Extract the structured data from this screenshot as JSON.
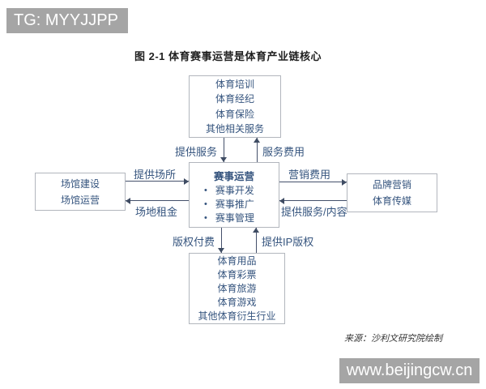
{
  "watermarks": {
    "top": "TG: MYYJJPP",
    "bottom": "www.beijingcw.cn"
  },
  "figure": {
    "title": "图 2-1 体育赛事运营是体育产业链核心",
    "source": "来源：沙利文研究院绘制"
  },
  "diagram": {
    "top_box": {
      "items": [
        "体育培训",
        "体育经纪",
        "体育保险",
        "其他相关服务"
      ]
    },
    "center_box": {
      "title": "赛事运营",
      "bullets": [
        "赛事开发",
        "赛事推广",
        "赛事管理"
      ]
    },
    "left_box": {
      "items": [
        "场馆建设",
        "场馆运营"
      ]
    },
    "right_box": {
      "items": [
        "品牌营销",
        "体育传媒"
      ]
    },
    "bottom_box": {
      "items": [
        "体育用品",
        "体育彩票",
        "体育旅游",
        "体育游戏",
        "其他体育衍生行业"
      ]
    },
    "labels": {
      "provide_services": "提供服务",
      "service_fee": "服务费用",
      "provide_venue": "提供场所",
      "venue_rent": "场地租金",
      "marketing_fee": "营销费用",
      "provide_services_content": "提供服务/内容",
      "copyright_fee": "版权付费",
      "provide_ip": "提供IP版权"
    }
  },
  "colors": {
    "badge_bg": "#a5a5a5",
    "box_text": "#35547e",
    "box_border": "#b2b6bd",
    "connector": "#44506a",
    "title_text": "#1f1f1f"
  }
}
